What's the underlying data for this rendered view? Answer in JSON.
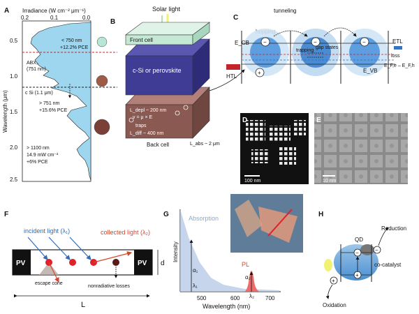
{
  "panels": {
    "A": "A",
    "B": "B",
    "C": "C",
    "D": "D",
    "E": "E",
    "F": "F",
    "G": "G",
    "H": "H"
  },
  "panel_a": {
    "x_axis_label": "Irradiance (W cm⁻² μm⁻¹)",
    "x_ticks": [
      "0.2",
      "0.1",
      "0.0"
    ],
    "y_axis_label": "Wavelength (μm)",
    "y_ticks": [
      "0.5",
      "1.0",
      "1.5",
      "2.0",
      "2.5"
    ],
    "annotations": {
      "lt750": "< 750 nm",
      "lt750_pce": "+12.2% PCE",
      "abx3": "ABX₃",
      "abx3_nm": "(751 nm)",
      "csi": "c Si (1.1 μm)",
      "gt751": "> 751 nm",
      "gt751_pce": "+15.6% PCE",
      "gt1100": "> 1100 nm",
      "gt1100_irr": "14.9 mW cm⁻²",
      "gt1100_pce": "+6% PCE"
    },
    "circle_colors": [
      "#b8e6d4",
      "#a05a48",
      "#7a4038"
    ]
  },
  "panel_b": {
    "solar_light": "Solar light",
    "front_cell": "Front cell",
    "middle": "c-Si or perovskite",
    "back_cell": "Back cell",
    "ldepl": "L_depl ~ 200 nm",
    "drift": "v = μ × E",
    "traps": "traps",
    "ldiff": "L_diff ~ 400 nm",
    "labs": "L_abs ~ 2 μm",
    "colors": {
      "front": "#c4e8d4",
      "middle": "#3f3c96",
      "back": "#8a5a52"
    }
  },
  "panel_c": {
    "tunneling": "tunneling",
    "hopping": "hopping",
    "trapping": "trapping",
    "gap_states": "gap states",
    "ecb": "E_CB",
    "evb": "E_VB",
    "etl": "ETL",
    "htl": "HTL",
    "loss": "loss",
    "efe": "E_F,e – E_F,h",
    "minus": "−",
    "plus": "+"
  },
  "panel_d": {
    "scale": "100 nm"
  },
  "panel_e": {
    "scale": "10 nm"
  },
  "panel_f": {
    "incident": "incident light (λ₁)",
    "collected": "collected light (λ₂)",
    "pv": "PV",
    "d": "d",
    "escape": "escape cone",
    "nonrad": "nonradiative losses",
    "L": "L"
  },
  "panel_g": {
    "absorption": "Absorption",
    "intensity": "Intensity",
    "pl": "PL",
    "a1": "α₁",
    "l1": "λ₁",
    "a2": "α₂",
    "l2": "λ₂",
    "xlabel": "Wavelength (nm)",
    "xticks": [
      "500",
      "600",
      "700"
    ]
  },
  "panel_h": {
    "qd": "QD",
    "reduction": "Reduction",
    "cocatalyst": "co-catalyst",
    "oxidation": "Oxidation",
    "minus": "−",
    "plus": "+"
  }
}
